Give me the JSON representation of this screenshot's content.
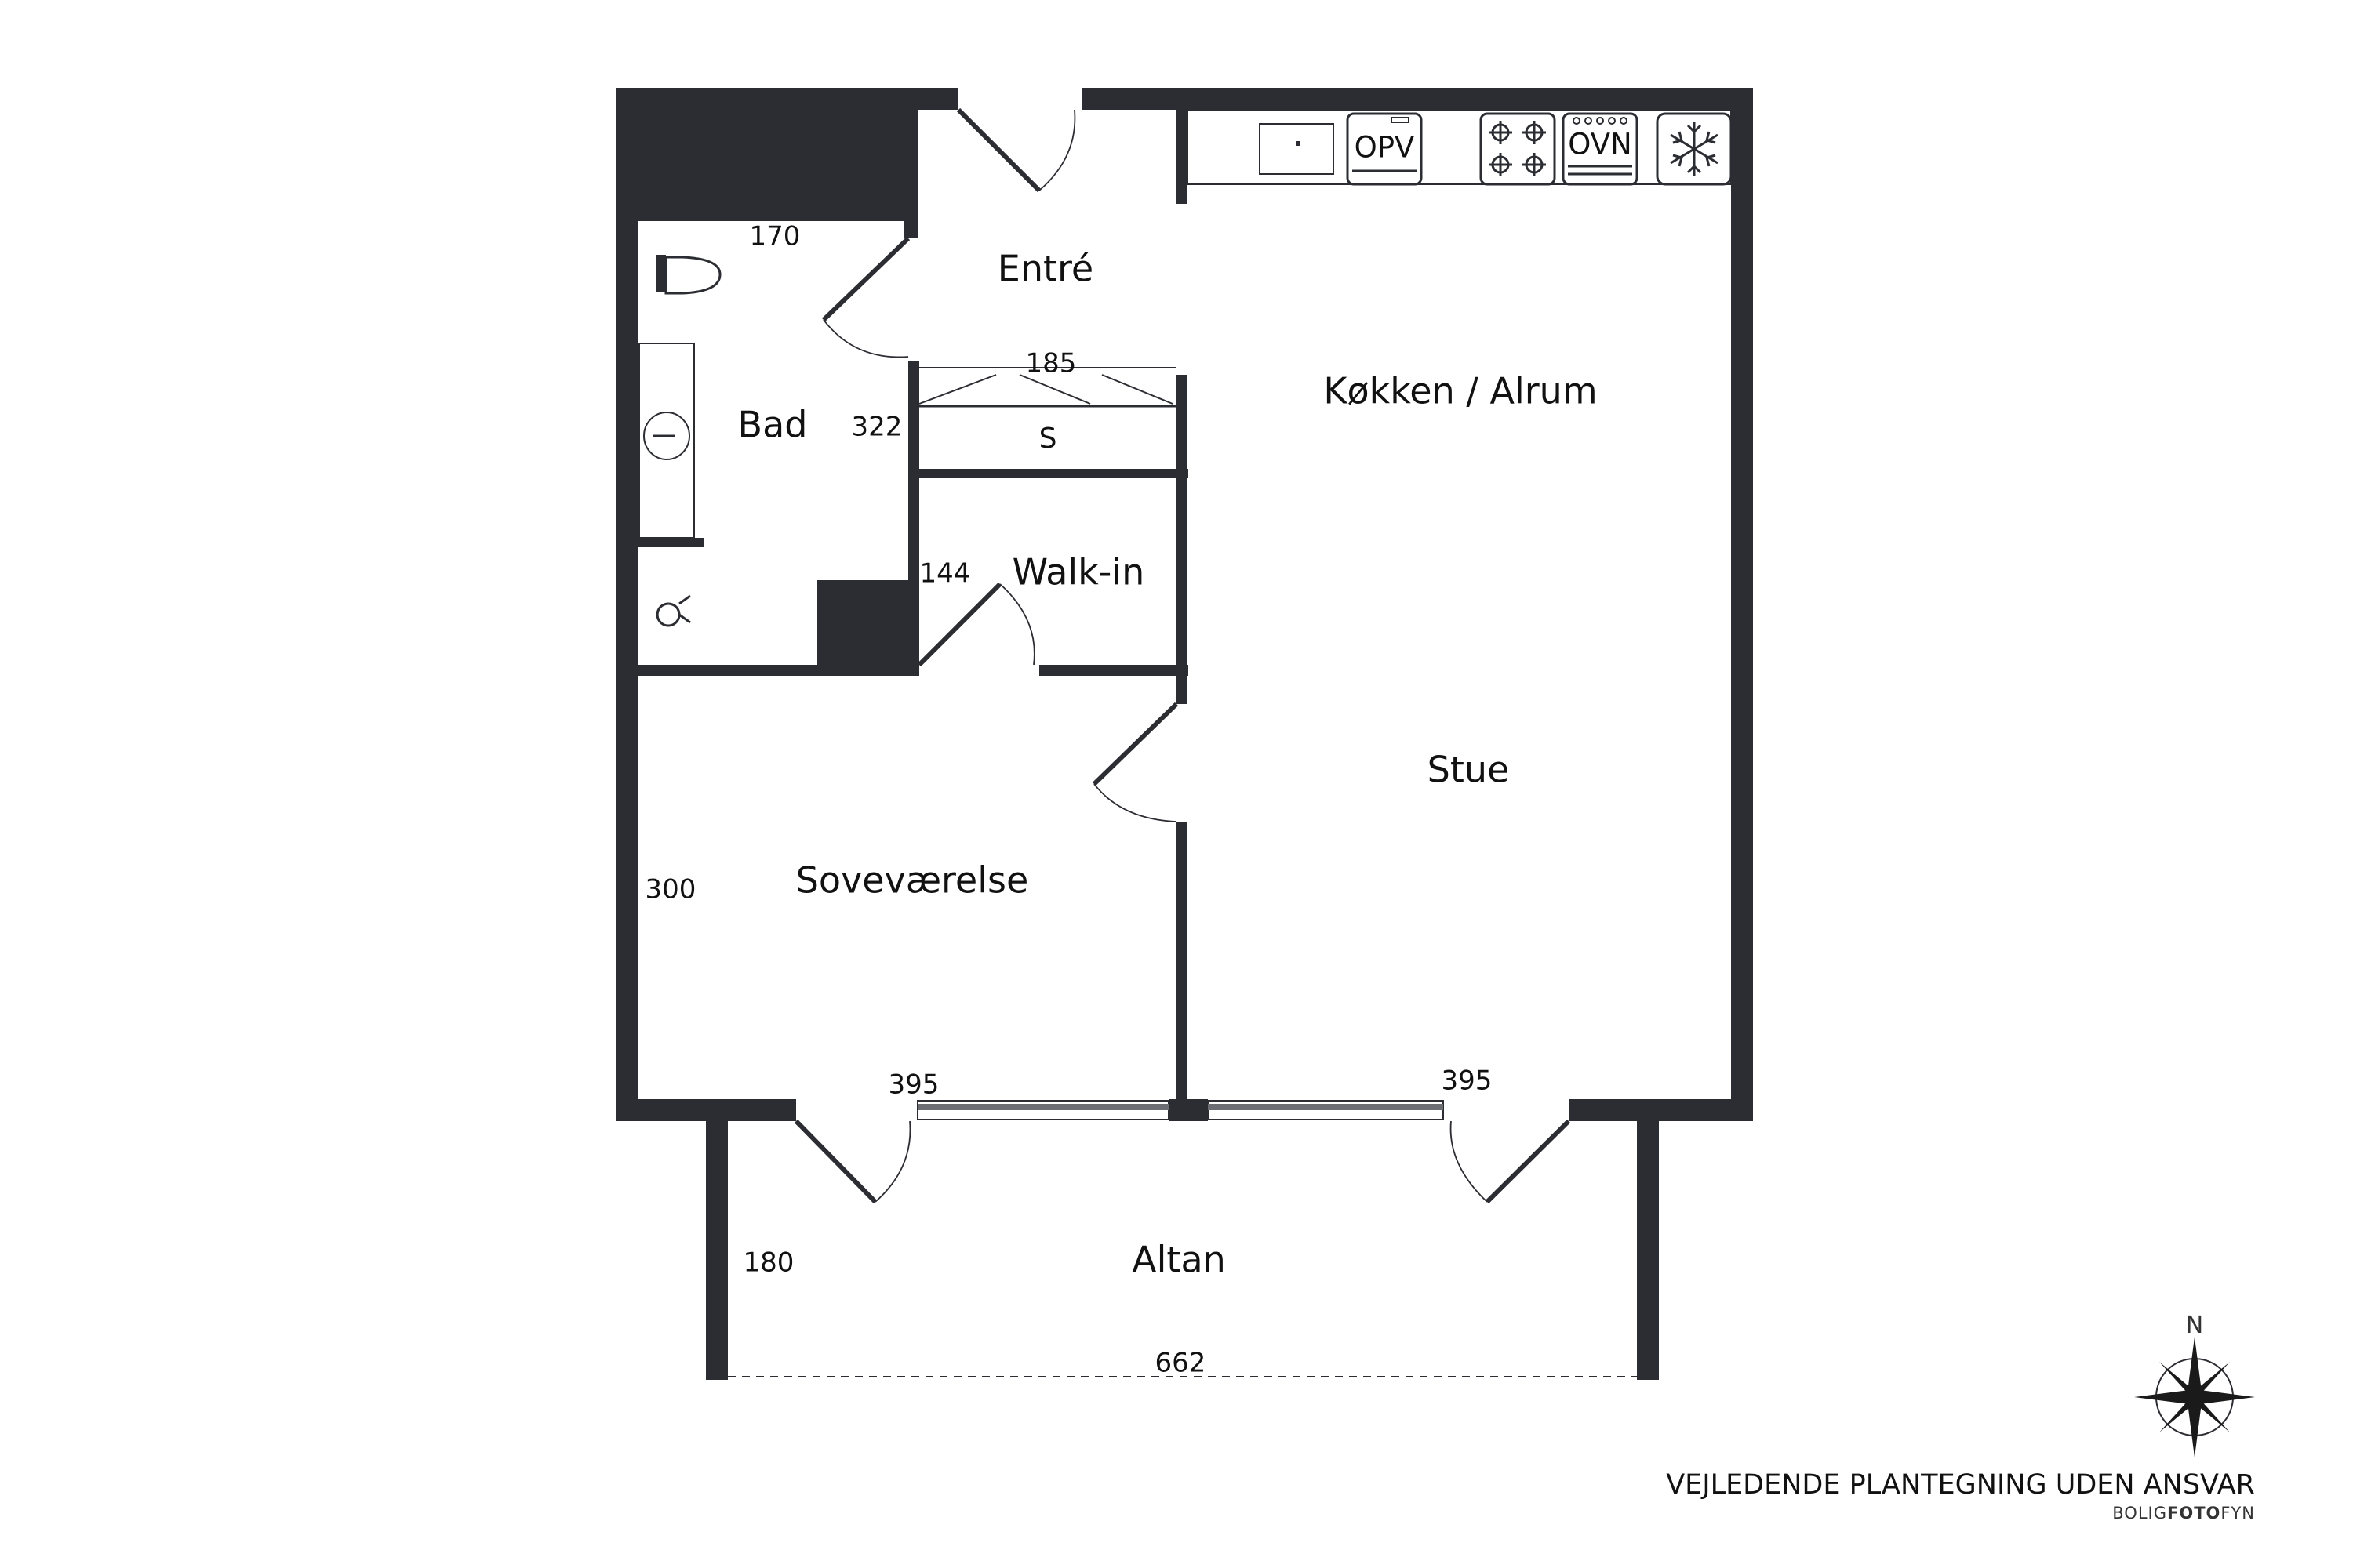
{
  "rooms": {
    "entre": "Entré",
    "bad": "Bad",
    "kokken_alrum": "Køkken / Alrum",
    "walk_in": "Walk-in",
    "stue": "Stue",
    "sovevaerelse": "Soveværelse",
    "altan": "Altan",
    "skab": "S"
  },
  "dimensions": {
    "bad_width": "170",
    "closet_width": "185",
    "bad_height": "322",
    "walkin_height": "144",
    "bedroom_height": "300",
    "bedroom_width": "395",
    "living_width": "395",
    "balcony_depth": "180",
    "balcony_width": "662"
  },
  "appliances": {
    "dishwasher": "OPV",
    "oven": "OVN",
    "sink": "sink-icon",
    "hob": "hob-icon",
    "freezer": "snowflake-icon"
  },
  "compass": {
    "north": "N"
  },
  "footer": {
    "disclaimer": "VEJLEDENDE PLANTEGNING UDEN ANSVAR",
    "brand_part1": "BOLIG",
    "brand_part2": "FOTO",
    "brand_part3": "FYN"
  },
  "colors": {
    "wall": "#2b2d33",
    "background": "#ffffff"
  }
}
